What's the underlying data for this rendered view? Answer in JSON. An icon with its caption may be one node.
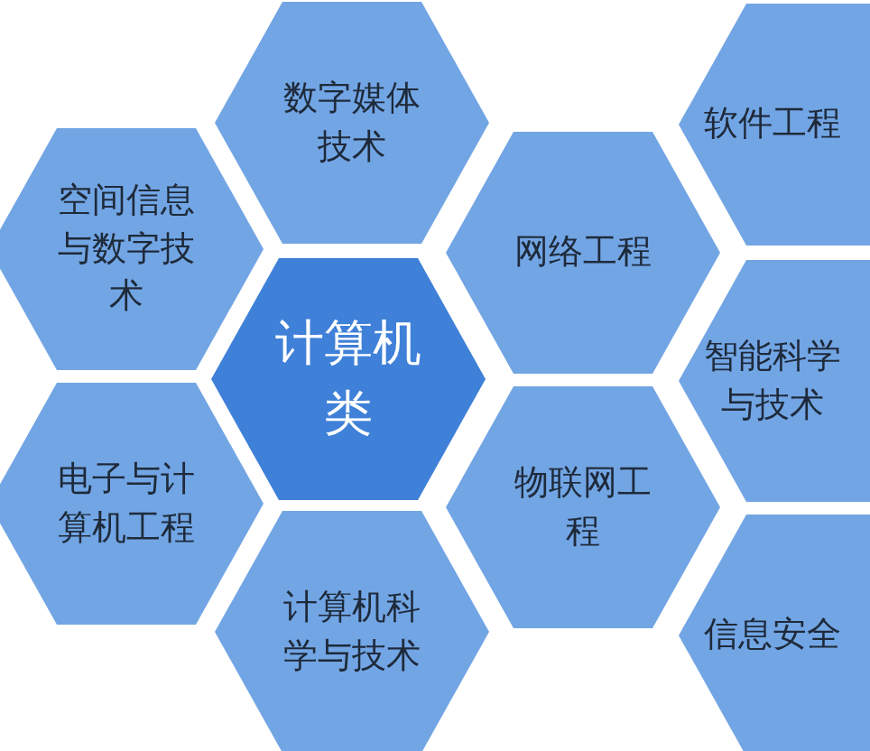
{
  "diagram": {
    "nodes": [
      {
        "text": [
          "数字媒体技术"
        ]
      },
      {
        "text": [
          "软件工程"
        ]
      },
      {
        "text": [
          "空间信息与数字技术"
        ]
      },
      {
        "text": [
          "网络工程"
        ]
      },
      {
        "text": [
          "计算机类"
        ]
      },
      {
        "text": [
          "智能科学与技术"
        ]
      },
      {
        "text": [
          "电子与计算机工程"
        ]
      },
      {
        "text": [
          "物联网工程"
        ]
      },
      {
        "text": [
          "计算机科学与技术"
        ]
      },
      {
        "text": [
          "信息安全"
        ]
      }
    ]
  }
}
